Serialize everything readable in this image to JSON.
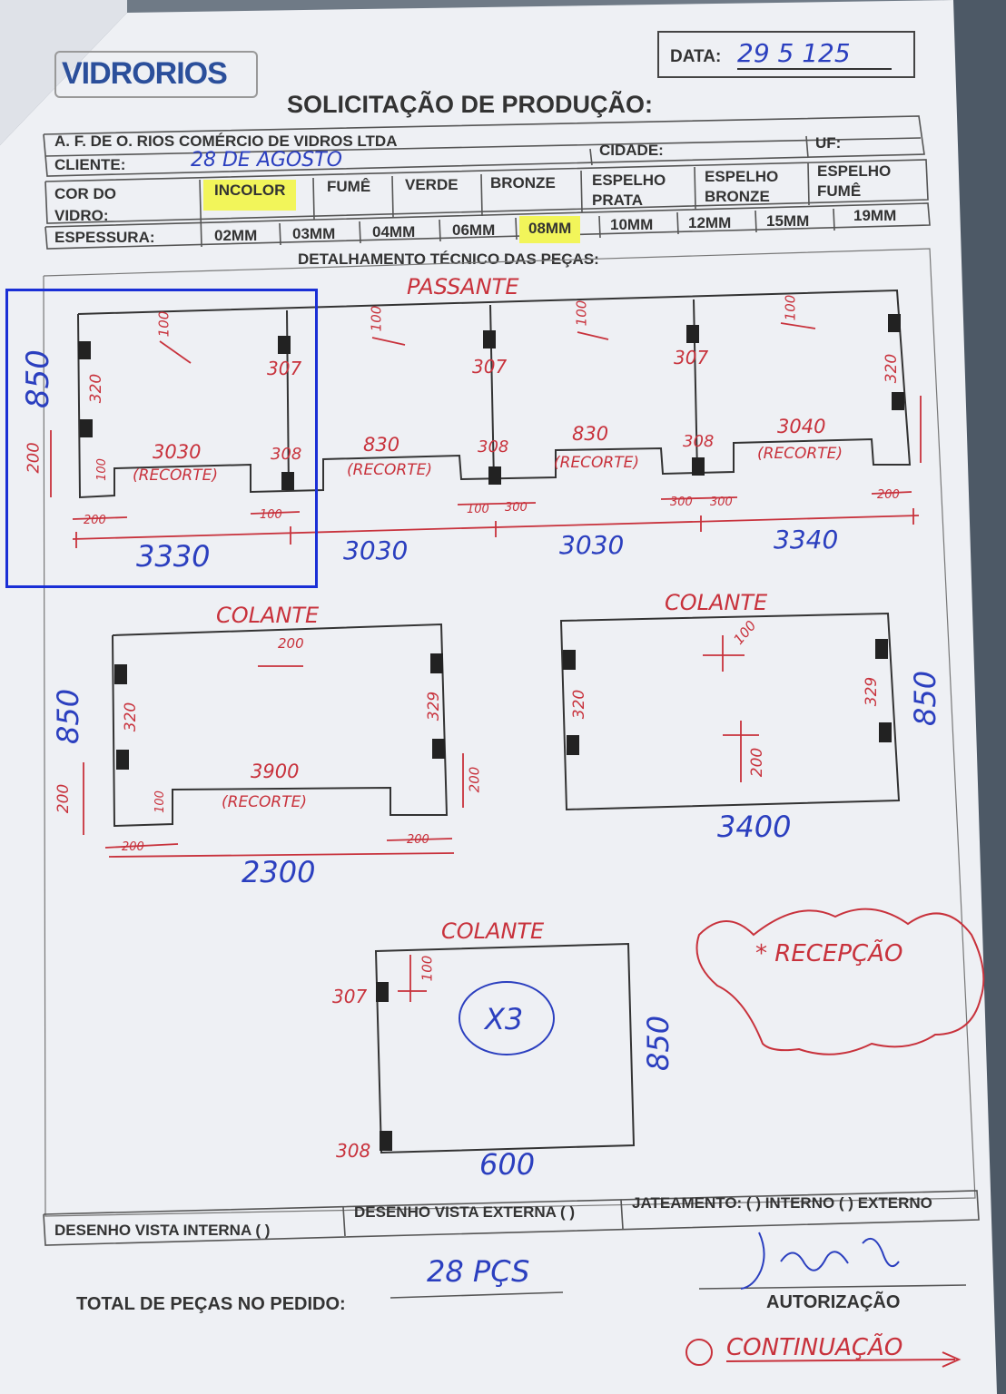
{
  "header": {
    "logo": "VIDRORIOS",
    "date_label": "DATA:",
    "date_value": "29 5 125",
    "title": "SOLICITAÇÃO DE PRODUÇÃO:",
    "company": "A. F. DE O. RIOS COMÉRCIO DE VIDROS LTDA",
    "client_label": "CLIENTE:",
    "client_value": "28 DE AGOSTO",
    "city_label": "CIDADE:",
    "uf_label": "UF:"
  },
  "glass_color": {
    "label_line1": "COR DO",
    "label_line2": "VIDRO:",
    "options": [
      "INCOLOR",
      "FUMÊ",
      "VERDE",
      "BRONZE",
      "ESPELHO PRATA",
      "ESPELHO BRONZE",
      "ESPELHO FUMÊ"
    ],
    "selected": "INCOLOR"
  },
  "thickness": {
    "label": "ESPESSURA:",
    "options": [
      "02MM",
      "03MM",
      "04MM",
      "06MM",
      "08MM",
      "10MM",
      "12MM",
      "15MM",
      "19MM"
    ],
    "selected": "08MM"
  },
  "section_title": "DETALHAMENTO TÉCNICO DAS PEÇAS:",
  "drawings": {
    "passante": {
      "label": "PASSANTE",
      "height": "850",
      "widths": [
        "3330",
        "3030",
        "3030",
        "3340"
      ],
      "marks_red": [
        "100",
        "100",
        "100",
        "100",
        "307",
        "307",
        "307",
        "320",
        "320",
        "308",
        "308",
        "308",
        "3030",
        "830",
        "830",
        "3040",
        "(RECORTE)",
        "(RECORTE)",
        "(RECORTE)",
        "(RECORTE)",
        "200",
        "200",
        "200",
        "100",
        "100",
        "100",
        "300",
        "300",
        "300"
      ]
    },
    "colante_1": {
      "label": "COLANTE",
      "height": "850",
      "width": "2300",
      "marks_red": [
        "200",
        "320",
        "329",
        "100",
        "3900",
        "(RECORTE)",
        "200",
        "200",
        "200",
        "200"
      ]
    },
    "colante_2": {
      "label": "COLANTE",
      "height": "850",
      "width": "3400",
      "marks_red": [
        "100",
        "320",
        "329",
        "200"
      ]
    },
    "colante_3": {
      "label": "COLANTE",
      "height": "850",
      "width": "600",
      "quantity": "X3",
      "marks_red": [
        "307",
        "100",
        "308"
      ]
    },
    "note": "* RECEPÇÃO"
  },
  "footer": {
    "internal_view": "DESENHO VISTA INTERNA ( )",
    "external_view": "DESENHO VISTA EXTERNA ( )",
    "jateamento": "JATEAMENTO: ( ) INTERNO ( ) EXTERNO",
    "total_label": "TOTAL DE PEÇAS NO PEDIDO:",
    "total_value": "28 PÇS",
    "authorization_label": "AUTORIZAÇÃO",
    "continuation": "CONTINUAÇÃO"
  },
  "colors": {
    "blue_ink": "#2b3fbf",
    "red_ink": "#c8323c",
    "highlight": "#f2f55a",
    "selection_box": "#1a2fd6"
  }
}
